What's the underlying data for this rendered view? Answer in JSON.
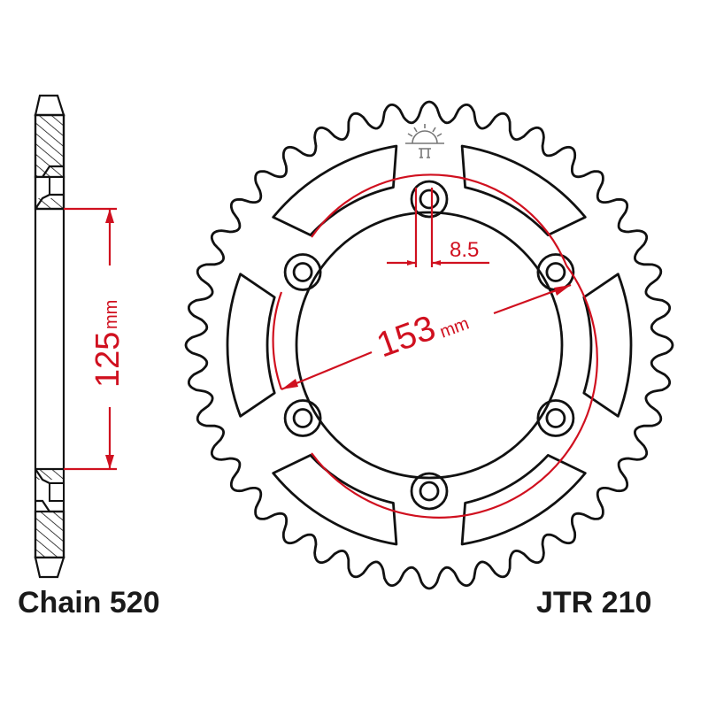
{
  "labels": {
    "chain": "Chain 520",
    "part_number": "JTR 210"
  },
  "dimensions": {
    "bore_diameter_value": "125",
    "bore_diameter_unit": "mm",
    "pcd_value": "153",
    "pcd_unit": "mm",
    "bolt_hole": "8.5"
  },
  "sprocket": {
    "teeth": 40,
    "bolt_holes": 6,
    "lightening_windows": 6
  },
  "colors": {
    "line": "#111111",
    "dimension": "#d0101f",
    "logo": "#777777"
  }
}
